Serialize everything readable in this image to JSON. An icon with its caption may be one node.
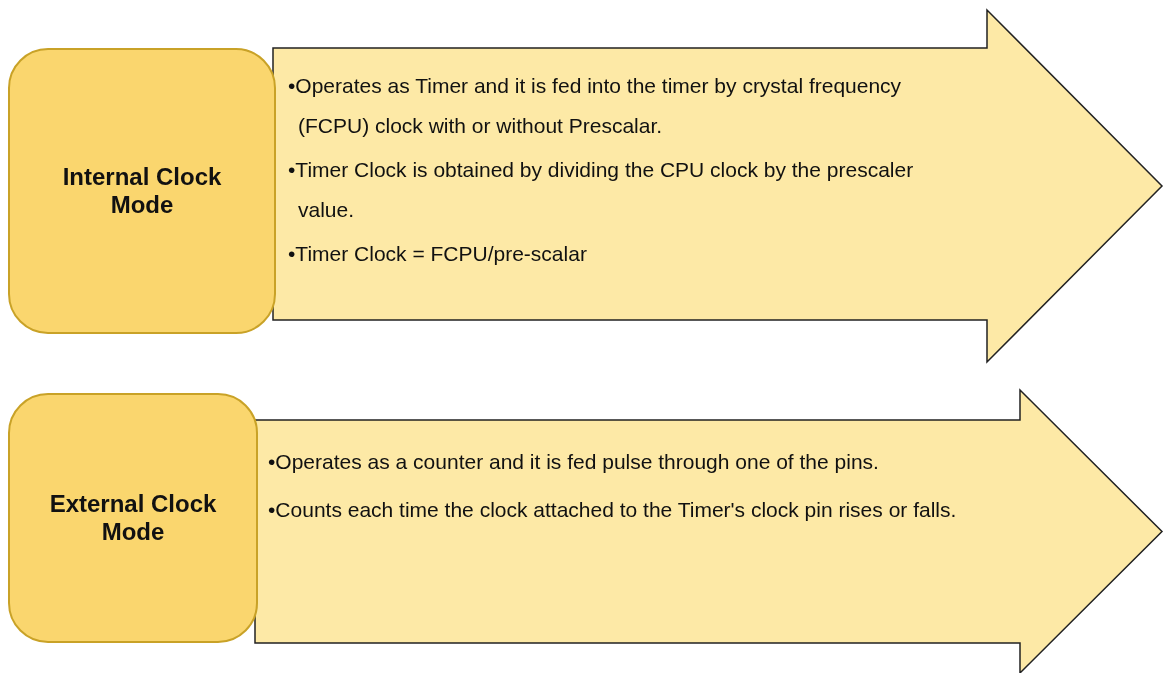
{
  "diagram": {
    "nodes": [
      {
        "text": [
          "Internal Clock Mode"
        ]
      },
      {
        "text": [
          "•Operates as Timer and it is fed into the timer by crystal frequency (FCPU) clock with or without Prescalar.",
          "•Timer Clock is obtained by dividing the CPU clock by the prescaler value.",
          "•Timer Clock = FCPU/pre-scalar"
        ]
      },
      {
        "text": [
          "External Clock Mode"
        ]
      },
      {
        "text": [
          "•Operates as a counter and it is fed pulse through one of the pins.",
          "•Counts each time the clock attached to the Timer's clock pin rises or falls."
        ]
      }
    ],
    "edges": []
  }
}
